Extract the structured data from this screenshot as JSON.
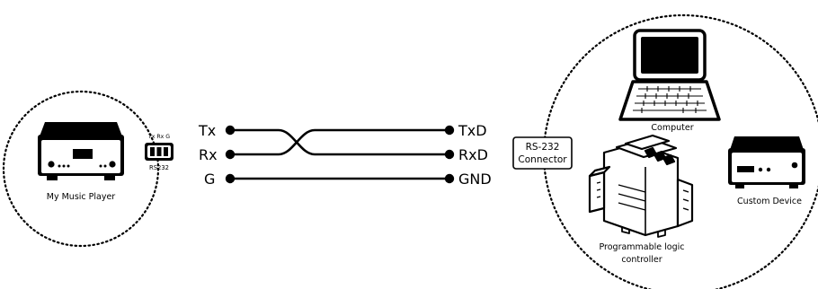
{
  "player": {
    "label": "My Music Player",
    "port_pins": "Tx Rx G",
    "port_name": "RS232"
  },
  "wires": {
    "left": [
      "Tx",
      "Rx",
      "G"
    ],
    "right": [
      "TxD",
      "RxD",
      "GND"
    ]
  },
  "connector": {
    "line1": "RS-232",
    "line2": "Connector"
  },
  "devices": {
    "computer": "Computer",
    "custom_device": "Custom Device",
    "plc_line1": "Programmable logic",
    "plc_line2": "controller"
  }
}
